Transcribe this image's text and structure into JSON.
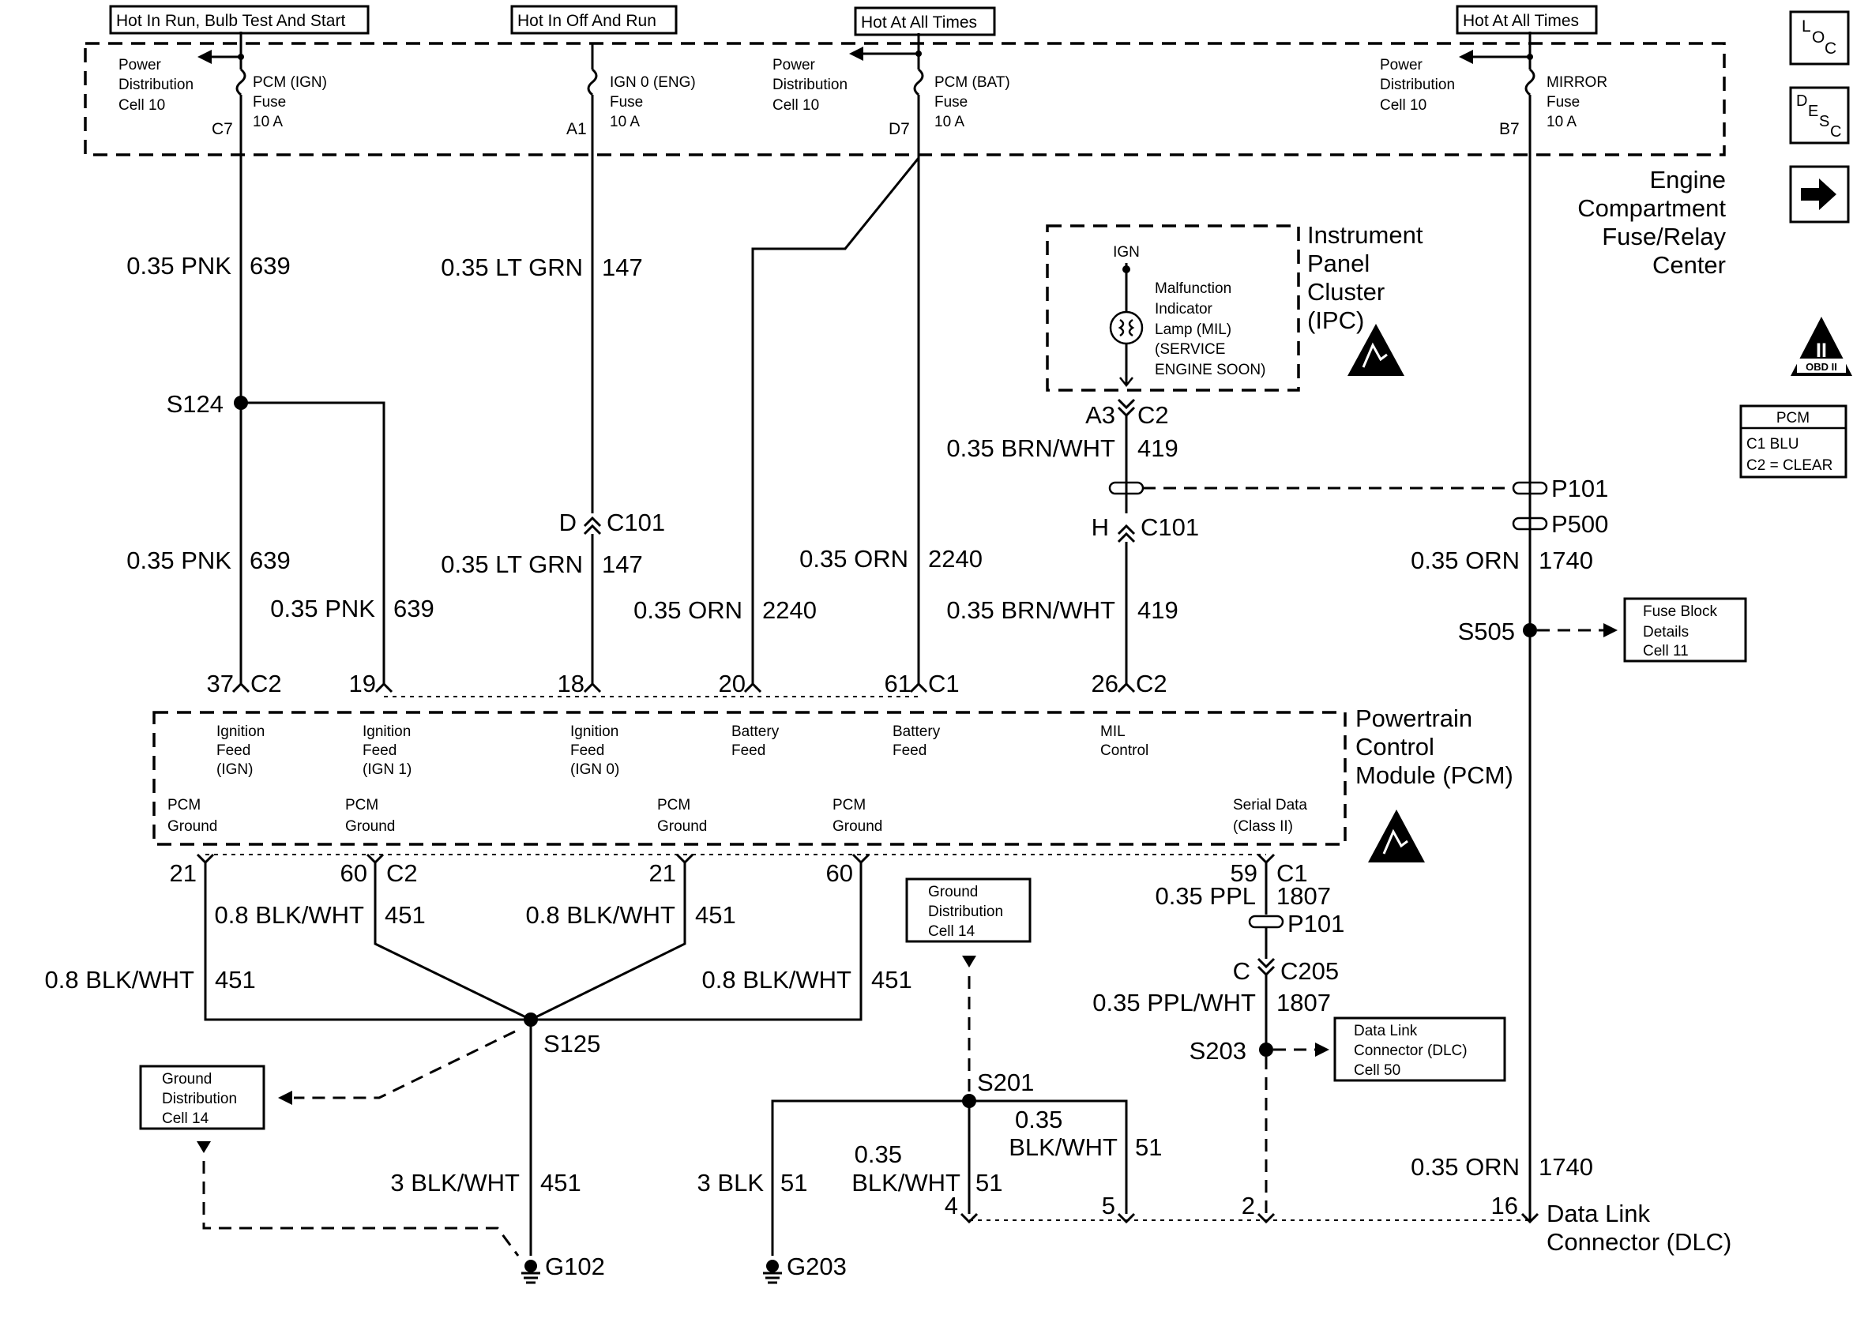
{
  "hot_labels": {
    "run_bulb_start": "Hot In Run, Bulb Test And Start",
    "off_and_run": "Hot In Off And Run",
    "at_all_times_1": "Hot At All Times",
    "at_all_times_2": "Hot At All Times"
  },
  "fuses": {
    "pcm_ign": {
      "l1": "PCM (IGN)",
      "l2": "Fuse",
      "l3": "10 A",
      "pin": "C7"
    },
    "ign0": {
      "l1": "IGN 0 (ENG)",
      "l2": "Fuse",
      "l3": "10 A",
      "pin": "A1"
    },
    "pcm_bat": {
      "l1": "PCM (BAT)",
      "l2": "Fuse",
      "l3": "10 A",
      "pin": "D7"
    },
    "mirror": {
      "l1": "MIRROR",
      "l2": "Fuse",
      "l3": "10 A",
      "pin": "B7"
    }
  },
  "power_dist": {
    "l1": "Power",
    "l2": "Distribution",
    "l3": "Cell 10"
  },
  "engine_compartment": {
    "l1": "Engine",
    "l2": "Compartment",
    "l3": "Fuse/Relay",
    "l4": "Center"
  },
  "ipc": {
    "l1": "Instrument",
    "l2": "Panel",
    "l3": "Cluster",
    "l4": "(IPC)",
    "ign": "IGN",
    "mil1": "Malfunction",
    "mil2": "Indicator",
    "mil3": "Lamp (MIL)",
    "mil4": "(SERVICE",
    "mil5": "ENGINE SOON)"
  },
  "pcm_module": {
    "l1": "Powertrain",
    "l2": "Control",
    "l3": "Module (PCM)",
    "ign_feed": {
      "l1": "Ignition",
      "l2": "Feed",
      "l3": "(IGN)"
    },
    "ign1_feed": {
      "l1": "Ignition",
      "l2": "Feed",
      "l3": "(IGN 1)"
    },
    "ign0_feed": {
      "l1": "Ignition",
      "l2": "Feed",
      "l3": "(IGN 0)"
    },
    "bat_feed_1": {
      "l1": "Battery",
      "l2": "Feed"
    },
    "bat_feed_2": {
      "l1": "Battery",
      "l2": "Feed"
    },
    "mil_control": {
      "l1": "MIL",
      "l2": "Control"
    },
    "gnd1": {
      "l1": "PCM",
      "l2": "Ground"
    },
    "gnd2": {
      "l1": "PCM",
      "l2": "Ground"
    },
    "gnd3": {
      "l1": "PCM",
      "l2": "Ground"
    },
    "gnd4": {
      "l1": "PCM",
      "l2": "Ground"
    },
    "serial": {
      "l1": "Serial Data",
      "l2": "(Class II)"
    }
  },
  "wires": {
    "pnk": "0.35 PNK",
    "c639": "639",
    "ltgrn": "0.35 LT GRN",
    "c147": "147",
    "orn": "0.35 ORN",
    "c2240": "2240",
    "c1740": "1740",
    "brnwht": "0.35 BRN/WHT",
    "c419": "419",
    "blkwht08": "0.8 BLK/WHT",
    "c451": "451",
    "blkwht3": "3 BLK/WHT",
    "blk3": "3 BLK",
    "c51": "51",
    "blkwht035_a": "0.35",
    "blkwht035_b": "BLK/WHT",
    "ppl": "0.35 PPL",
    "pplwht": "0.35 PPL/WHT",
    "c1807": "1807"
  },
  "splices": {
    "s124": "S124",
    "s125": "S125",
    "s201": "S201",
    "s203": "S203",
    "s505": "S505"
  },
  "connectors": {
    "c2": "C2",
    "c1": "C1",
    "c101": "C101",
    "c205": "C205",
    "p101": "P101",
    "p500": "P500",
    "pin_a3": "A3",
    "pin_d": "D",
    "pin_h": "H",
    "pin_c": "C",
    "pin37": "37",
    "pin19": "19",
    "pin18": "18",
    "pin20": "20",
    "pin61": "61",
    "pin26": "26",
    "pin21a": "21",
    "pin60a": "60",
    "pin21b": "21",
    "pin60b": "60",
    "pin59": "59",
    "pin4": "4",
    "pin5": "5",
    "pin2": "2",
    "pin16": "16"
  },
  "grounds": {
    "g102": "G102",
    "g203": "G203"
  },
  "refs": {
    "gnd_dist_a": {
      "l1": "Ground",
      "l2": "Distribution",
      "l3": "Cell 14"
    },
    "gnd_dist_b": {
      "l1": "Ground",
      "l2": "Distribution",
      "l3": "Cell 14"
    },
    "fuse_block": {
      "l1": "Fuse Block",
      "l2": "Details",
      "l3": "Cell 11"
    },
    "dlc_ref": {
      "l1": "Data Link",
      "l2": "Connector (DLC)",
      "l3": "Cell 50"
    }
  },
  "dlc": {
    "l1": "Data Link",
    "l2": "Connector (DLC)"
  },
  "side_icons": {
    "loc": "LOC",
    "desc": "DESC",
    "next": "arrow-right-icon"
  },
  "obd": {
    "roman": "II",
    "label": "OBD II"
  },
  "pcm_legend": {
    "title": "PCM",
    "c1": "C1   BLU",
    "c2": "C2 = CLEAR"
  }
}
